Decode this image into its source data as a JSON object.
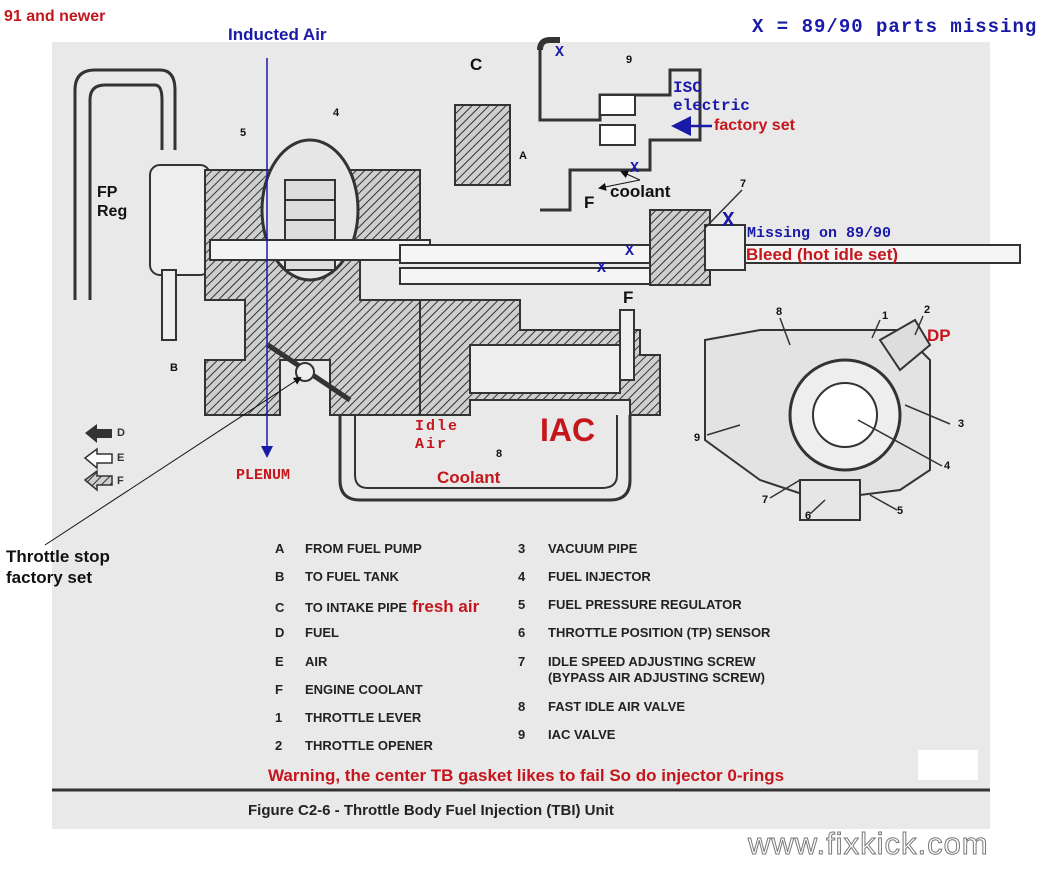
{
  "annotations": {
    "year_note": "91 and newer",
    "inducted_air": "Inducted Air",
    "x_legend": "X = 89/90 parts missing",
    "isc_line1": "ISC",
    "isc_line2": "electric",
    "factory_set": "factory set",
    "coolant_small": "coolant",
    "missing_89_90": "Missing on 89/90",
    "bleed": "Bleed (hot idle set)",
    "fp_reg_line1": "FP",
    "fp_reg_line2": "Reg",
    "plenum": "PLENUM",
    "idle_air_line1": "Idle",
    "idle_air_line2": "Air",
    "iac": "IAC",
    "coolant_large": "Coolant",
    "dp": "DP",
    "throttle_stop_line1": "Throttle stop",
    "throttle_stop_line2": "factory set",
    "fresh_air": "fresh air",
    "warning": "Warning, the center TB gasket likes to fail   So do injector 0-rings",
    "x_mark": "X"
  },
  "diagram_letters": {
    "c": "C",
    "a": "A",
    "b": "B",
    "f_top": "F",
    "f_mid": "F",
    "num_9": "9",
    "num_7": "7",
    "num_5": "5",
    "num_4": "4",
    "num_8": "8"
  },
  "arrow_legend": [
    {
      "key": "D",
      "icon": "solid-arrow-left"
    },
    {
      "key": "E",
      "icon": "hollow-arrow-left"
    },
    {
      "key": "F",
      "icon": "hatched-arrow-left"
    }
  ],
  "parts_legend_left": [
    {
      "key": "A",
      "label": "FROM FUEL PUMP"
    },
    {
      "key": "B",
      "label": "TO FUEL TANK"
    },
    {
      "key": "C",
      "label": "TO INTAKE PIPE"
    },
    {
      "key": "D",
      "label": "FUEL"
    },
    {
      "key": "E",
      "label": "AIR"
    },
    {
      "key": "F",
      "label": "ENGINE COOLANT"
    },
    {
      "key": "1",
      "label": "THROTTLE LEVER"
    },
    {
      "key": "2",
      "label": "THROTTLE OPENER"
    }
  ],
  "parts_legend_right": [
    {
      "key": "3",
      "label": "VACUUM PIPE"
    },
    {
      "key": "4",
      "label": "FUEL INJECTOR"
    },
    {
      "key": "5",
      "label": "FUEL PRESSURE REGULATOR"
    },
    {
      "key": "6",
      "label": "THROTTLE POSITION (TP) SENSOR"
    },
    {
      "key": "7",
      "label": "IDLE SPEED ADJUSTING SCREW"
    },
    {
      "key": "",
      "label": "(BYPASS AIR ADJUSTING SCREW)"
    },
    {
      "key": "8",
      "label": "FAST IDLE AIR VALVE"
    },
    {
      "key": "9",
      "label": "IAC VALVE"
    }
  ],
  "component_callouts": [
    "1",
    "2",
    "3",
    "4",
    "5",
    "6",
    "7",
    "8",
    "9"
  ],
  "figure_caption": "Figure C2-6 - Throttle Body Fuel Injection (TBI) Unit",
  "watermark": "www.fixkick.com",
  "colors": {
    "annotation_red": "#c4161c",
    "annotation_blue": "#1a1aa8",
    "scan_gray": "#e9e9e9"
  }
}
